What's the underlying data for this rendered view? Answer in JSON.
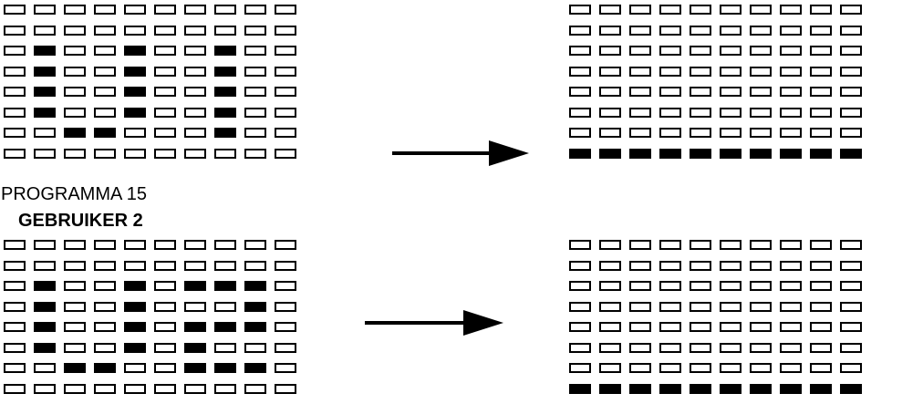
{
  "program_label": "PROGRAMMA 15",
  "user_label": "GEBRUIKER  2",
  "colors": {
    "on": "#000000",
    "off": "#ffffff",
    "border": "#000000"
  },
  "panels": [
    {
      "name": "program-before",
      "rows": [
        [
          0,
          0,
          0,
          0,
          0,
          0,
          0,
          0,
          0,
          0
        ],
        [
          0,
          0,
          0,
          0,
          0,
          0,
          0,
          0,
          0,
          0
        ],
        [
          0,
          1,
          0,
          0,
          1,
          0,
          0,
          1,
          0,
          0
        ],
        [
          0,
          1,
          0,
          0,
          1,
          0,
          0,
          1,
          0,
          0
        ],
        [
          0,
          1,
          0,
          0,
          1,
          0,
          0,
          1,
          0,
          0
        ],
        [
          0,
          1,
          0,
          0,
          1,
          0,
          0,
          1,
          0,
          0
        ],
        [
          0,
          0,
          1,
          1,
          0,
          0,
          0,
          1,
          0,
          0
        ],
        [
          0,
          0,
          0,
          0,
          0,
          0,
          0,
          0,
          0,
          0
        ]
      ]
    },
    {
      "name": "program-after",
      "rows": [
        [
          0,
          0,
          0,
          0,
          0,
          0,
          0,
          0,
          0,
          0
        ],
        [
          0,
          0,
          0,
          0,
          0,
          0,
          0,
          0,
          0,
          0
        ],
        [
          0,
          0,
          0,
          0,
          0,
          0,
          0,
          0,
          0,
          0
        ],
        [
          0,
          0,
          0,
          0,
          0,
          0,
          0,
          0,
          0,
          0
        ],
        [
          0,
          0,
          0,
          0,
          0,
          0,
          0,
          0,
          0,
          0
        ],
        [
          0,
          0,
          0,
          0,
          0,
          0,
          0,
          0,
          0,
          0
        ],
        [
          0,
          0,
          0,
          0,
          0,
          0,
          0,
          0,
          0,
          0
        ],
        [
          1,
          1,
          1,
          1,
          1,
          1,
          1,
          1,
          1,
          1
        ]
      ]
    },
    {
      "name": "user-before",
      "rows": [
        [
          0,
          0,
          0,
          0,
          0,
          0,
          0,
          0,
          0,
          0
        ],
        [
          0,
          0,
          0,
          0,
          0,
          0,
          0,
          0,
          0,
          0
        ],
        [
          0,
          1,
          0,
          0,
          1,
          0,
          1,
          1,
          1,
          0
        ],
        [
          0,
          1,
          0,
          0,
          1,
          0,
          0,
          0,
          1,
          0
        ],
        [
          0,
          1,
          0,
          0,
          1,
          0,
          1,
          1,
          1,
          0
        ],
        [
          0,
          1,
          0,
          0,
          1,
          0,
          1,
          0,
          0,
          0
        ],
        [
          0,
          0,
          1,
          1,
          0,
          0,
          1,
          1,
          1,
          0
        ],
        [
          0,
          0,
          0,
          0,
          0,
          0,
          0,
          0,
          0,
          0
        ]
      ]
    },
    {
      "name": "user-after",
      "rows": [
        [
          0,
          0,
          0,
          0,
          0,
          0,
          0,
          0,
          0,
          0
        ],
        [
          0,
          0,
          0,
          0,
          0,
          0,
          0,
          0,
          0,
          0
        ],
        [
          0,
          0,
          0,
          0,
          0,
          0,
          0,
          0,
          0,
          0
        ],
        [
          0,
          0,
          0,
          0,
          0,
          0,
          0,
          0,
          0,
          0
        ],
        [
          0,
          0,
          0,
          0,
          0,
          0,
          0,
          0,
          0,
          0
        ],
        [
          0,
          0,
          0,
          0,
          0,
          0,
          0,
          0,
          0,
          0
        ],
        [
          0,
          0,
          0,
          0,
          0,
          0,
          0,
          0,
          0,
          0
        ],
        [
          1,
          1,
          1,
          1,
          1,
          1,
          1,
          1,
          1,
          1
        ]
      ]
    }
  ]
}
